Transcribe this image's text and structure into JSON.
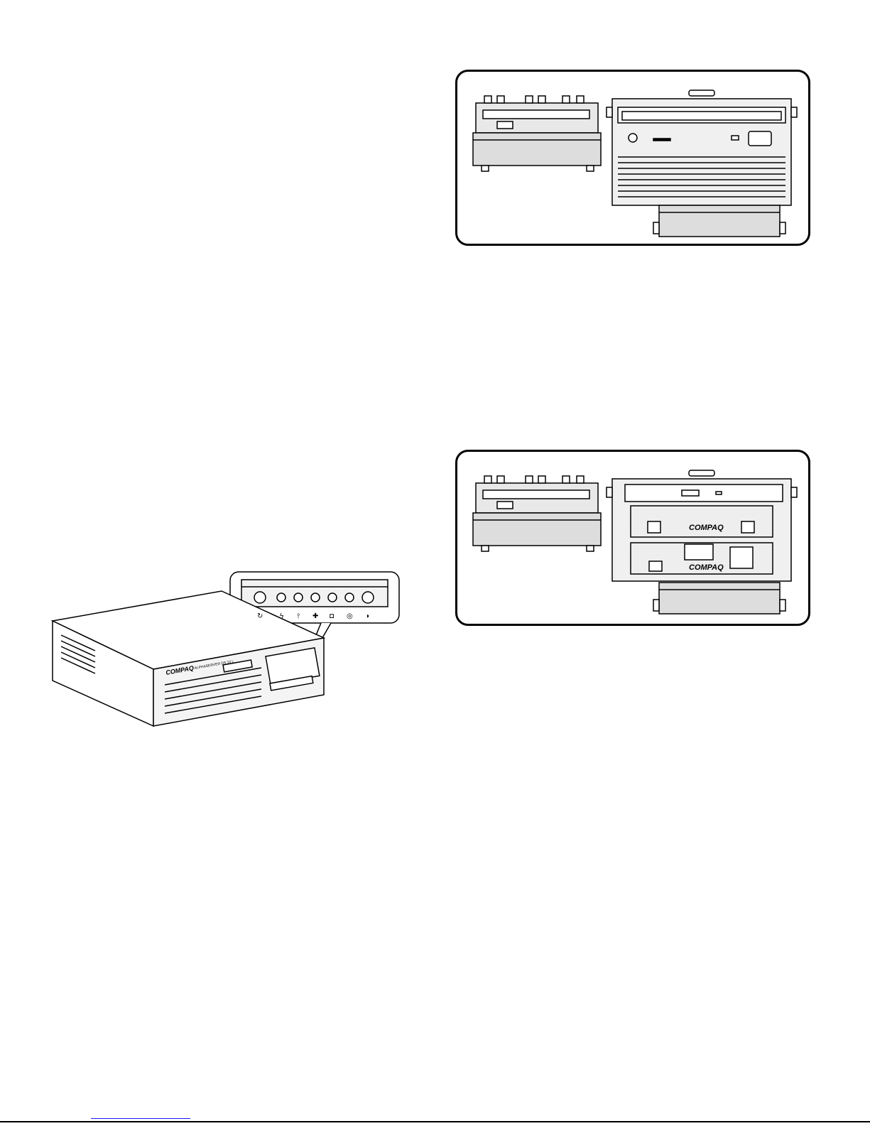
{
  "figure_bays_a": {
    "label": "drive-bays-with-cdrom-and-tape"
  },
  "figure_bays_b": {
    "label": "drive-bays-with-hotplug-drives",
    "brand_text_1": "COMPAQ",
    "brand_text_2": "COMPAQ"
  },
  "figure_chassis": {
    "brand_text": "COMPAQ",
    "model_text": "ALPHASERVER DS 10 L"
  },
  "status_icons": [
    "reset-icon",
    "power-fault-icon",
    "temperature-icon",
    "fan-icon",
    "disk-icon",
    "network-icon",
    "power-icon"
  ],
  "colors": {
    "line": "#000000",
    "fill": "#e6e6e6",
    "background": "#ffffff",
    "link": "#1a1aff"
  }
}
